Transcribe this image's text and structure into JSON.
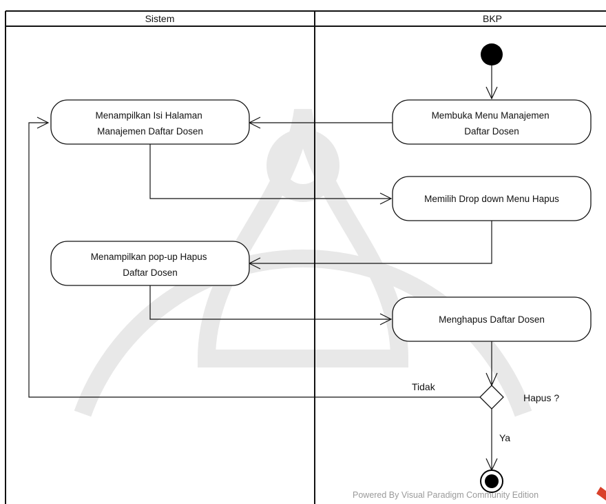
{
  "lanes": [
    {
      "id": "sistem",
      "title": "Sistem"
    },
    {
      "id": "bkp",
      "title": "BKP"
    }
  ],
  "actions": {
    "membuka_menu": [
      "Membuka Menu Manajemen",
      "Daftar Dosen"
    ],
    "menampilkan_isi": [
      "Menampilkan Isi Halaman",
      "Manajemen Daftar Dosen"
    ],
    "memilih_dropdown": [
      "Memilih Drop down Menu Hapus"
    ],
    "menampilkan_popup": [
      "Menampilkan pop-up Hapus",
      "Daftar Dosen"
    ],
    "menghapus": [
      "Menghapus Daftar Dosen"
    ]
  },
  "decision": {
    "label": "Hapus ?"
  },
  "guards": {
    "no": "Tidak",
    "yes": "Ya"
  },
  "footer": {
    "text": "Powered By  Visual Paradigm Community Edition"
  },
  "colors": {
    "line": "#111111",
    "watermark": "#e6e6e6",
    "footer_text": "#9a9a9a",
    "footer_logo": "#d9412b"
  }
}
